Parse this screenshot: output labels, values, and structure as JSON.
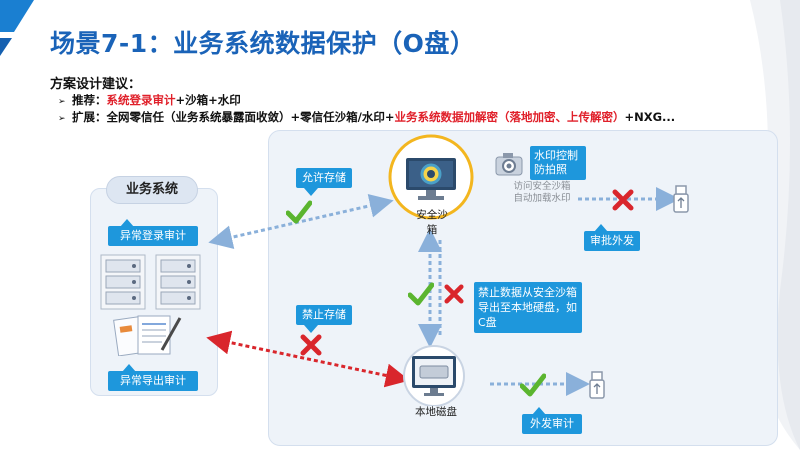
{
  "title": "场景7-1：业务系统数据保护（O盘）",
  "design": {
    "heading": "方案设计建议：",
    "recommend": {
      "prefix": "推荐：",
      "highlight": "系统登录审计",
      "rest": "+沙箱+水印"
    },
    "extend": {
      "prefix": "扩展：全网零信任（业务系统暴露面收敛）+零信任沙箱/水印+",
      "highlight": "业务系统数据加解密（落地加密、上传解密）",
      "rest": "+NXG..."
    }
  },
  "diagram": {
    "system_title": "业务系统",
    "login_audit": "异常登录审计",
    "export_audit": "异常导出审计",
    "allow_store": "允许存储",
    "forbid_store": "禁止存储",
    "sandbox_label": "安全沙箱",
    "watermark_control": "水印控制\n防拍照",
    "access_note": "访问安全沙箱\n自动加载水印",
    "approve_send": "审批外发",
    "forbid_export": "禁止数据从安全沙箱导出至本地硬盘，如C盘",
    "local_disk": "本地磁盘",
    "send_audit": "外发审计"
  },
  "colors": {
    "title_blue": "#1a63b8",
    "tag_blue": "#1e97dc",
    "highlight_red": "#e0202a",
    "check_green": "#5bb52f",
    "cross_red": "#d9262c",
    "sandbox_ring": "#f3b61f"
  }
}
